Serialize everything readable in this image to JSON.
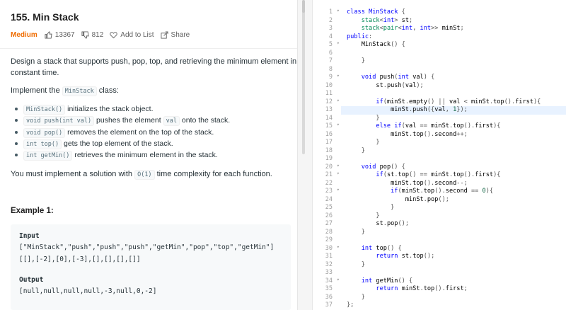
{
  "problem": {
    "title": "155. Min Stack",
    "difficulty": "Medium",
    "likes": "13367",
    "dislikes": "812",
    "add_to_list": "Add to List",
    "share": "Share"
  },
  "description": {
    "intro_line1": "Design a stack that supports push, pop, top, and retrieving the minimum element in",
    "intro_line2": "constant time.",
    "implement_pre": "Implement the ",
    "implement_code": "MinStack",
    "implement_post": " class:",
    "bullets": [
      {
        "code": "MinStack()",
        "text": " initializes the stack object."
      },
      {
        "code": "void push(int val)",
        "text": " pushes the element ",
        "code2": "val",
        "text2": " onto the stack."
      },
      {
        "code": "void pop()",
        "text": " removes the element on the top of the stack."
      },
      {
        "code": "int top()",
        "text": " gets the top element of the stack."
      },
      {
        "code": "int getMin()",
        "text": " retrieves the minimum element in the stack."
      }
    ],
    "complexity_pre": "You must implement a solution with ",
    "complexity_code": "O(1)",
    "complexity_post": " time complexity for each function."
  },
  "example": {
    "title": "Example 1:",
    "input_label": "Input",
    "input_ops": "[\"MinStack\",\"push\",\"push\",\"push\",\"getMin\",\"pop\",\"top\",\"getMin\"]",
    "input_args": "[[],[-2],[0],[-3],[],[],[],[]]",
    "output_label": "Output",
    "output_value": "[null,null,null,null,-3,null,0,-2]"
  },
  "editor": {
    "highlight_line": 13,
    "colors": {
      "keyword": "#0000ff",
      "type": "#008855",
      "number": "#116644",
      "highlight": "#e8f2ff"
    },
    "lines": [
      {
        "n": "1",
        "fold": true,
        "text": "class MinStack {"
      },
      {
        "n": "2",
        "fold": false,
        "text": "    stack<int> st;"
      },
      {
        "n": "3",
        "fold": false,
        "text": "    stack<pair<int, int>> minSt;"
      },
      {
        "n": "4",
        "fold": false,
        "text": "public:"
      },
      {
        "n": "5",
        "fold": true,
        "text": "    MinStack() {"
      },
      {
        "n": "6",
        "fold": false,
        "text": ""
      },
      {
        "n": "7",
        "fold": false,
        "text": "    }"
      },
      {
        "n": "8",
        "fold": false,
        "text": ""
      },
      {
        "n": "9",
        "fold": true,
        "text": "    void push(int val) {"
      },
      {
        "n": "10",
        "fold": false,
        "text": "        st.push(val);"
      },
      {
        "n": "11",
        "fold": false,
        "text": ""
      },
      {
        "n": "12",
        "fold": true,
        "text": "        if(minSt.empty() || val < minSt.top().first){"
      },
      {
        "n": "13",
        "fold": false,
        "text": "            minSt.push({val, 1});"
      },
      {
        "n": "14",
        "fold": false,
        "text": "        }"
      },
      {
        "n": "15",
        "fold": true,
        "text": "        else if(val == minSt.top().first){"
      },
      {
        "n": "16",
        "fold": false,
        "text": "            minSt.top().second++;"
      },
      {
        "n": "17",
        "fold": false,
        "text": "        }"
      },
      {
        "n": "18",
        "fold": false,
        "text": "    }"
      },
      {
        "n": "19",
        "fold": false,
        "text": ""
      },
      {
        "n": "20",
        "fold": true,
        "text": "    void pop() {"
      },
      {
        "n": "21",
        "fold": true,
        "text": "        if(st.top() == minSt.top().first){"
      },
      {
        "n": "22",
        "fold": false,
        "text": "            minSt.top().second--;"
      },
      {
        "n": "23",
        "fold": true,
        "text": "            if(minSt.top().second == 0){"
      },
      {
        "n": "24",
        "fold": false,
        "text": "                minSt.pop();"
      },
      {
        "n": "25",
        "fold": false,
        "text": "            }"
      },
      {
        "n": "26",
        "fold": false,
        "text": "        }"
      },
      {
        "n": "27",
        "fold": false,
        "text": "        st.pop();"
      },
      {
        "n": "28",
        "fold": false,
        "text": "    }"
      },
      {
        "n": "29",
        "fold": false,
        "text": ""
      },
      {
        "n": "30",
        "fold": true,
        "text": "    int top() {"
      },
      {
        "n": "31",
        "fold": false,
        "text": "        return st.top();"
      },
      {
        "n": "32",
        "fold": false,
        "text": "    }"
      },
      {
        "n": "33",
        "fold": false,
        "text": ""
      },
      {
        "n": "34",
        "fold": true,
        "text": "    int getMin() {"
      },
      {
        "n": "35",
        "fold": false,
        "text": "        return minSt.top().first;"
      },
      {
        "n": "36",
        "fold": false,
        "text": "    }"
      },
      {
        "n": "37",
        "fold": false,
        "text": "};"
      }
    ]
  }
}
